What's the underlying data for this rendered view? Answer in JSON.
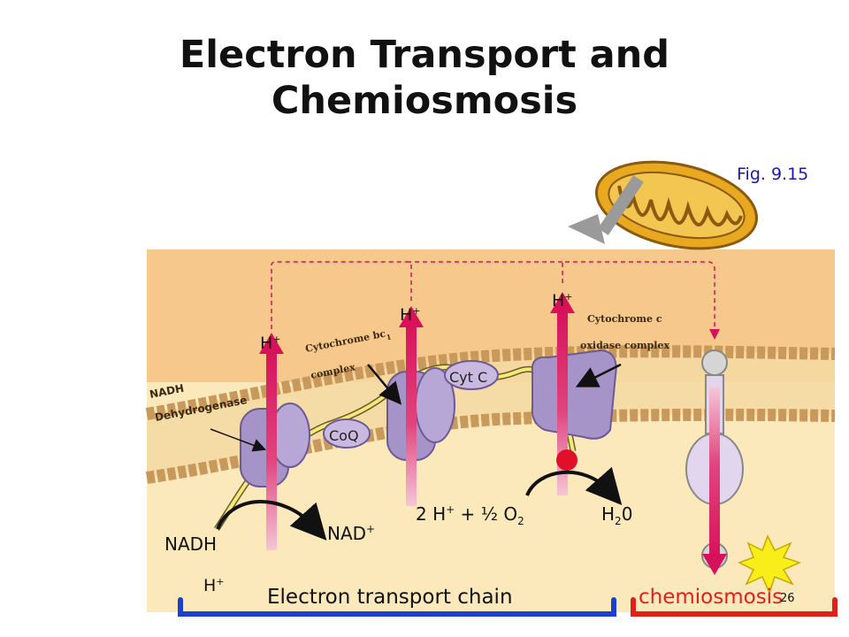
{
  "title": {
    "line1": "Electron Transport and",
    "line2": "Chemiosmosis"
  },
  "figure_ref": "Fig. 9.15",
  "labels": {
    "nadh_dehydrogenase_1": "NADH",
    "nadh_dehydrogenase_2": "Dehydrogenase",
    "cyt_bc1_1": "Cytochrome bc",
    "cyt_bc1_sub": "1",
    "cyt_bc1_2": "complex",
    "cyt_c_oxidase_1": "Cytochrome c",
    "cyt_c_oxidase_2": "oxidase complex",
    "coq": "CoQ",
    "cyt_c": "Cyt C",
    "h_plus": "H",
    "plus": "+",
    "nadh": "NADH",
    "nad_plus": "NAD",
    "reaction_left": "2 H",
    "reaction_mid": " + ",
    "half": "½",
    "o2": "O",
    "two": "2",
    "water_h": "H",
    "water_o": "0",
    "etc_label": "Electron transport chain",
    "chemiosmosis_label": "chemiosmosis",
    "slide_number": "26"
  },
  "colors": {
    "intermembrane": "#f7c88c",
    "matrix": "#fbe9bc",
    "membrane_head": "#d6a96a",
    "protein": "#a694c8",
    "proton_arrow": "#d8125a",
    "electron_path": "#f3ea7a",
    "dashed_path": "#d8125a",
    "etc_bracket": "#1a3fd1",
    "chemiosmosis_bracket": "#e0201b",
    "mitochondrion": "#e8a81f"
  },
  "icons": [
    "mitochondrion-icon",
    "pointer-arrow-icon",
    "atp-burst-icon"
  ]
}
